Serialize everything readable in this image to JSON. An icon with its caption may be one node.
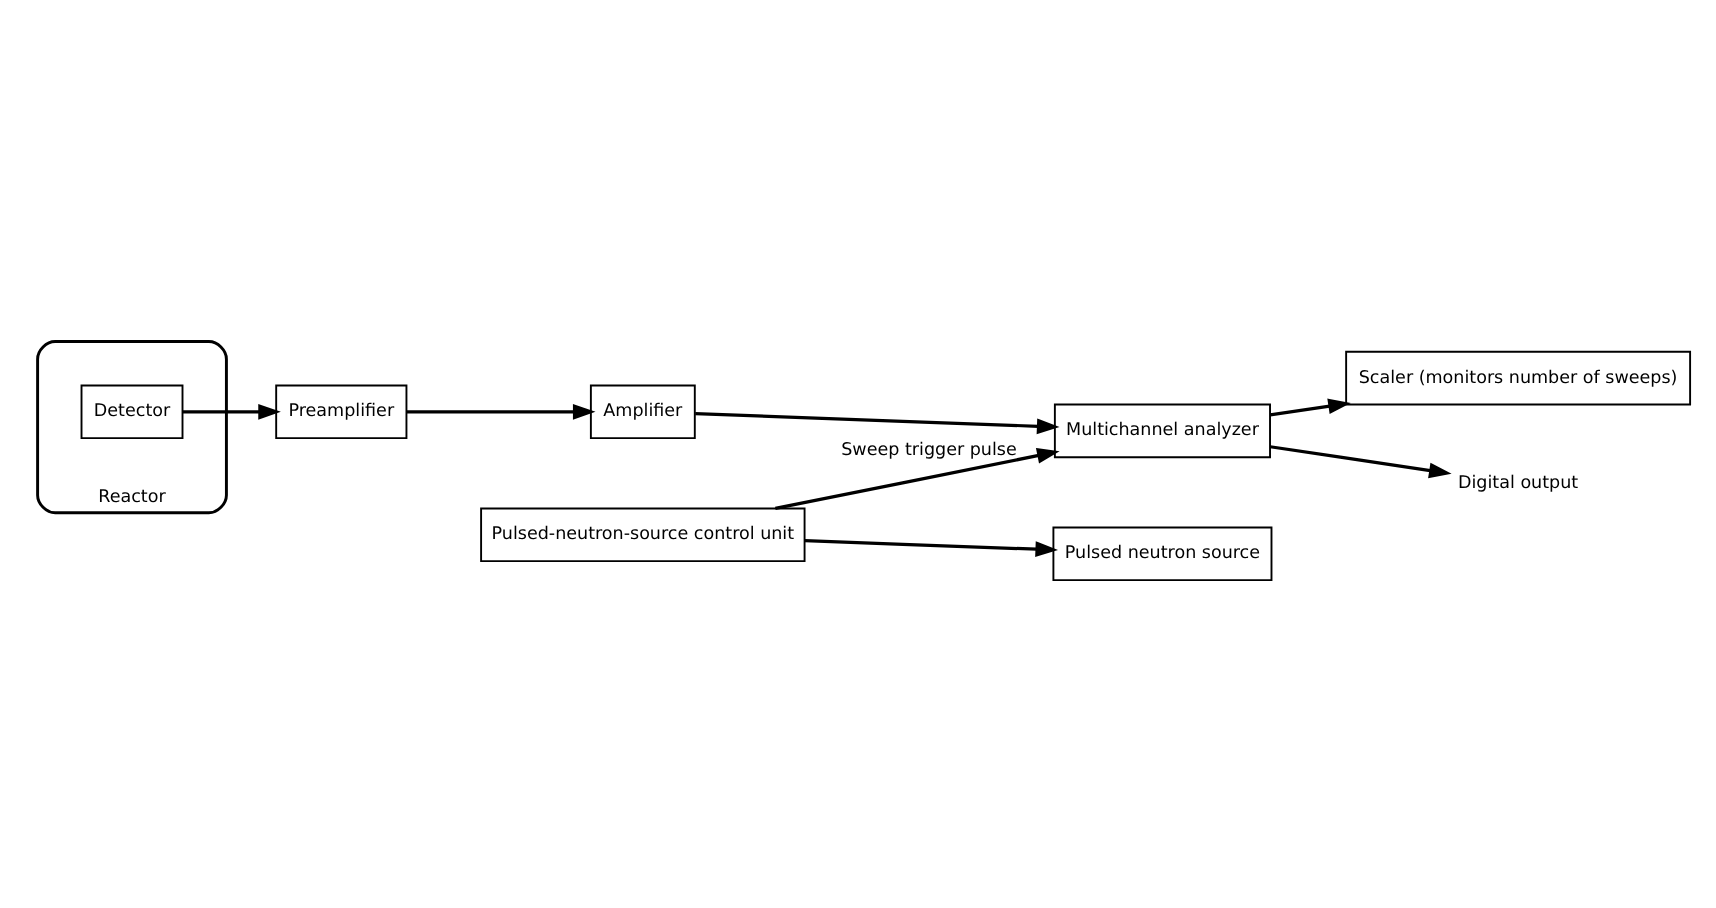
{
  "diagram": {
    "nodes": [
      {
        "text": [
          "Reactor"
        ]
      },
      {
        "text": [
          "Detector"
        ],
        "in": 0
      },
      {
        "text": [
          "Preamplifier"
        ]
      },
      {
        "text": [
          "Amplifier"
        ]
      },
      {
        "text": [
          "Scaler (monitors number of sweeps)"
        ]
      },
      {
        "text": [
          "Multichannel analyzer"
        ]
      },
      {
        "text": [
          "Digital output"
        ]
      },
      {
        "text": [
          "Pulsed-neutron-source control unit"
        ]
      },
      {
        "text": [
          "Pulsed neutron source"
        ]
      }
    ],
    "edges": [
      {
        "from": 1,
        "to": 2,
        "arrow": "to"
      },
      {
        "from": 2,
        "to": 3,
        "arrow": "to"
      },
      {
        "from": 3,
        "to": 5,
        "arrow": "to"
      },
      {
        "from": 5,
        "to": 4,
        "arrow": "to"
      },
      {
        "from": 5,
        "to": 6,
        "arrow": "to"
      },
      {
        "from": 7,
        "to": 5,
        "arrow": "to",
        "label": "Sweep trigger pulse"
      },
      {
        "from": 7,
        "to": 8,
        "arrow": "to"
      }
    ]
  }
}
